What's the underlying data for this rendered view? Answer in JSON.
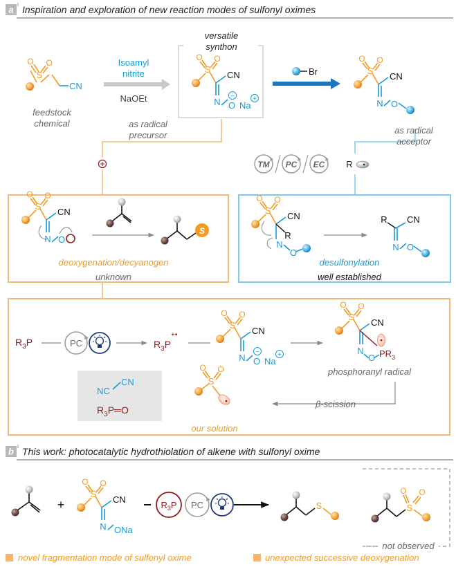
{
  "panel_a": {
    "letter": "a",
    "heading": "Inspiration and exploration of new reaction modes of sulfonyl oximes",
    "start": {
      "cn": "CN",
      "s": "S",
      "o": "O",
      "caption_1": "feedstock",
      "caption_2": "chemical"
    },
    "step1": {
      "reagent_1": "Isoamyl",
      "reagent_2": "nitrite",
      "base": "NaOEt"
    },
    "synthon": {
      "title_1": "versatile",
      "title_2": "synthon",
      "cn": "CN",
      "s": "S",
      "o": "O",
      "n": "N",
      "o_minus": "O",
      "na": "Na",
      "minus": "−",
      "plus": "+"
    },
    "step2": {
      "reagent": "Br"
    },
    "acceptor_product": {
      "cn": "CN",
      "s": "S",
      "o": "O",
      "n": "N",
      "o2": "O"
    },
    "radical_precursor": {
      "line_1": "as radical",
      "line_2": "precursor"
    },
    "radical_acceptor": {
      "line_1": "as radical",
      "line_2": "acceptor"
    },
    "catalysts": {
      "tm": "TM",
      "pc": "PC",
      "ec": "EC",
      "r": "R"
    },
    "left_box": {
      "cn": "CN",
      "s": "S",
      "o": "O",
      "n": "N",
      "o2": "O",
      "product_s": "S",
      "label": "deoxygenation/decyanogen",
      "status": "unknown"
    },
    "right_box": {
      "cn": "CN",
      "s": "S",
      "o": "O",
      "r": "R",
      "n": "N",
      "o2": "O",
      "p_r": "R",
      "p_cn": "CN",
      "p_n": "N",
      "p_o": "O",
      "label": "desulfonylation",
      "status": "well established"
    },
    "solution_box": {
      "r3p": "R",
      "r3p_sub": "3",
      "r3p_p": "P",
      "pc": "PC",
      "cation_r": "R",
      "cation_sub": "3",
      "cation_p": "P",
      "cation_charge": "+•",
      "oxime": {
        "cn": "CN",
        "s": "S",
        "o": "O",
        "n": "N",
        "o_minus": "O",
        "na": "Na",
        "minus": "−",
        "plus": "+"
      },
      "radical": {
        "cn": "CN",
        "s": "S",
        "o": "O",
        "n": "N",
        "o2": "O",
        "pr3": "PR",
        "pr3_sub": "3"
      },
      "radical_label": "phosphoranyl radical",
      "beta": "β-scission",
      "sulfonyl": {
        "s": "S",
        "o": "O"
      },
      "byproducts": {
        "nc": "NC",
        "cn": "CN",
        "r3po_r": "R",
        "r3po_sub": "3",
        "r3po_rest": "P═O"
      },
      "label": "our solution"
    }
  },
  "panel_b": {
    "letter": "b",
    "heading": "This work: photocatalytic hydrothiolation of alkene with sulfonyl oxime",
    "plus": "+",
    "oxime": {
      "cn": "CN",
      "s": "S",
      "o": "O",
      "n": "N",
      "ona": "ONa"
    },
    "conditions": {
      "r3p_r": "R",
      "r3p_sub": "3",
      "r3p_p": "P",
      "pc": "PC"
    },
    "product_s": "S",
    "not_observed": {
      "s": "S",
      "o": "O",
      "label": "not observed"
    },
    "footer_left": "novel fragmentation mode of sulfonyl oxime",
    "footer_right": "unexpected successive deoxygenation"
  },
  "colors": {
    "orange": "#f39a22",
    "blue": "#1a9ad6",
    "darkred": "#8b1a1a",
    "navy": "#223a7a",
    "light_blue_border": "#7fc8ef",
    "orange_border": "#f2b978",
    "grey": "#8a8a8a"
  }
}
